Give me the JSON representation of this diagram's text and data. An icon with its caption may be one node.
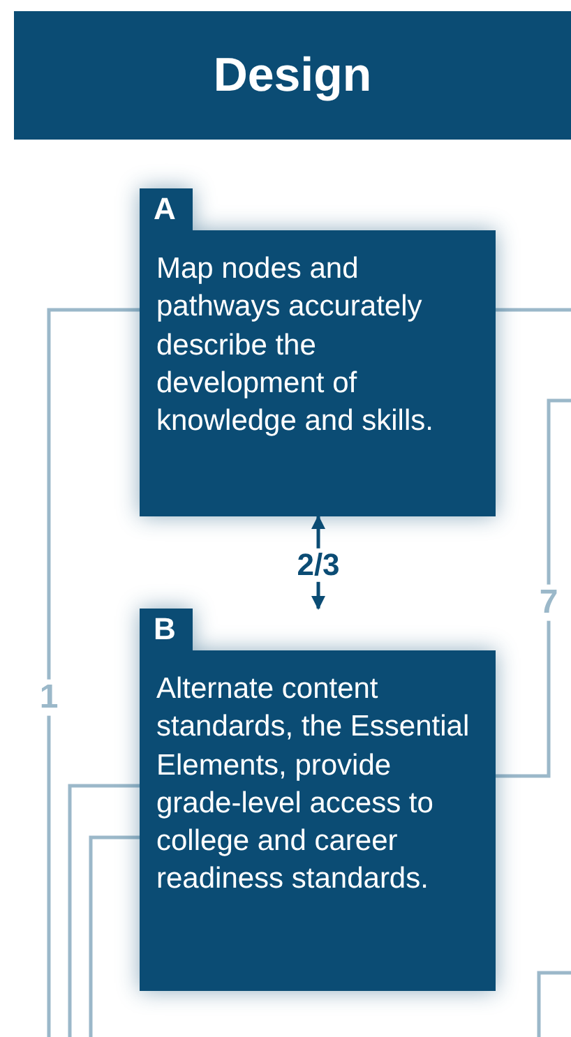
{
  "diagram": {
    "title": "Design",
    "nodes": [
      {
        "text": [
          "A",
          "Map nodes and pathways accurately describe the development of knowledge and skills."
        ]
      },
      {
        "text": [
          "B",
          "Alternate content standards, the Essential Elements, provide grade-level access to college and career readiness standards."
        ]
      }
    ],
    "edges": [
      {
        "from": 0,
        "to": 1,
        "arrow": "both",
        "label": "2/3",
        "color": "#0b4c74"
      },
      {
        "from": 0,
        "to": null,
        "arrow": "none",
        "label": "1"
      },
      {
        "from": 0,
        "to": null,
        "arrow": "none"
      },
      {
        "from": 1,
        "to": null,
        "arrow": "none",
        "label": "7"
      },
      {
        "from": 1,
        "to": null,
        "arrow": "none"
      },
      {
        "from": 1,
        "to": null,
        "arrow": "none"
      }
    ]
  }
}
